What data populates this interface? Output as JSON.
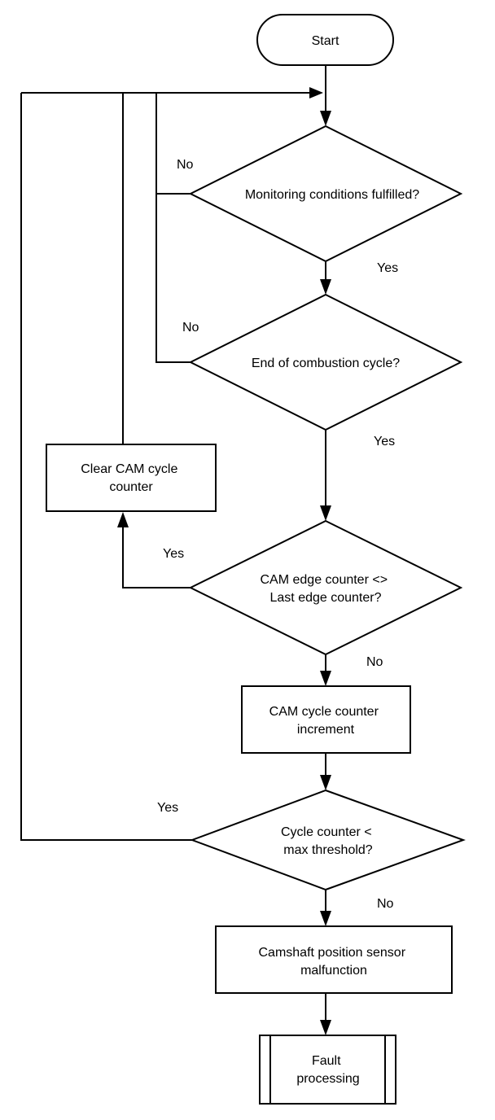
{
  "nodes": {
    "start": {
      "label": "Start"
    },
    "monitoring_decision": {
      "label": "Monitoring conditions fulfilled?"
    },
    "combustion_decision": {
      "label": "End of combustion cycle?"
    },
    "clear_counter": {
      "lines": [
        "Clear CAM cycle",
        "counter"
      ]
    },
    "edge_decision": {
      "lines": [
        "CAM edge counter <>",
        "Last edge counter?"
      ]
    },
    "increment": {
      "lines": [
        "CAM cycle counter",
        "increment"
      ]
    },
    "threshold_decision": {
      "lines": [
        "Cycle counter <",
        "max threshold?"
      ]
    },
    "malfunction": {
      "lines": [
        "Camshaft position sensor",
        "malfunction"
      ]
    },
    "fault": {
      "lines": [
        "Fault",
        "processing"
      ]
    }
  },
  "edge_labels": {
    "monitoring_no": "No",
    "monitoring_yes": "Yes",
    "combustion_no": "No",
    "combustion_yes": "Yes",
    "edge_yes": "Yes",
    "edge_no": "No",
    "threshold_yes": "Yes",
    "threshold_no": "No"
  }
}
